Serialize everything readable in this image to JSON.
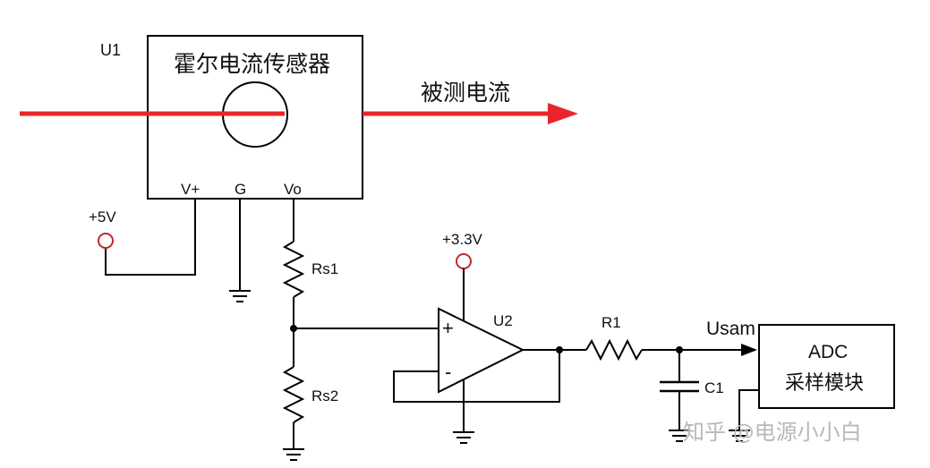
{
  "hall_sensor": {
    "ref": "U1",
    "title": "霍尔电流传感器",
    "pins": {
      "vplus": "V+",
      "gnd": "G",
      "vout": "Vo"
    }
  },
  "current": {
    "label": "被测电流",
    "color": "#e8262a"
  },
  "supplies": {
    "five_v": "+5V",
    "three_v3": "+3.3V"
  },
  "resistors": {
    "rs1": "Rs1",
    "rs2": "Rs2",
    "r1": "R1"
  },
  "opamp": {
    "ref": "U2",
    "plus": "+",
    "minus": "-"
  },
  "capacitor": {
    "c1": "C1"
  },
  "signal": {
    "usam": "Usam"
  },
  "adc": {
    "line1": "ADC",
    "line2": "采样模块"
  },
  "watermark": "知乎 @电源小小白",
  "colors": {
    "wire": "#000000",
    "supply_terminal": "#c0282b",
    "current_arrow": "#e8262a"
  }
}
